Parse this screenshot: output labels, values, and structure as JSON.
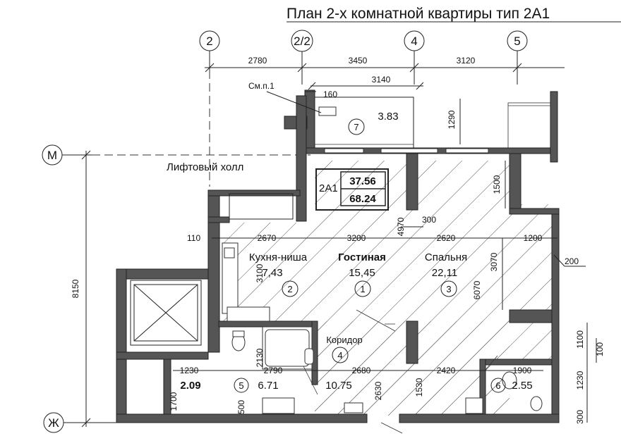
{
  "title": "План 2-х комнатной квартиры тип 2А1",
  "axes": {
    "col_2": "2",
    "col_2_2": "2/2",
    "col_4": "4",
    "col_5": "5",
    "row_m": "М",
    "row_zh": "Ж"
  },
  "dimensions": {
    "d2780": "2780",
    "d3450": "3450",
    "d3120": "3120",
    "d3140": "3140",
    "d160": "160",
    "d1290": "1290",
    "d1500": "1500",
    "d300": "300",
    "d4970": "4970",
    "d110": "110",
    "d2670": "2670",
    "d3200": "3200",
    "d2620": "2620",
    "d1200": "1200",
    "d200": "200",
    "d3100": "3100",
    "d3070": "3070",
    "d6070": "6070",
    "d8150": "8150",
    "d1100": "1100",
    "d100": "100",
    "d2130": "2130",
    "d1230a": "1230",
    "d2790": "2790",
    "d2680": "2680",
    "d2420": "2420",
    "d1900": "1900",
    "d1230b": "1230",
    "d1700": "1700",
    "d500": "500",
    "d2630": "2630",
    "d1530": "1530",
    "d300b": "300"
  },
  "labels": {
    "ref_note": "См.п.1",
    "lift_hall": "Лифтовый холл",
    "apt_type": "2А1",
    "living_area": "37.56",
    "total_area": "68.24"
  },
  "rooms": [
    {
      "name": "Кухня-ниша",
      "area": "7,43",
      "num": "2"
    },
    {
      "name": "Гостиная",
      "area": "15,45",
      "num": "1"
    },
    {
      "name": "Спальня",
      "area": "22,11",
      "num": "3"
    },
    {
      "name": "Коридор",
      "area": "10.75",
      "num": "4"
    },
    {
      "name": "",
      "area": "6.71",
      "num": "5"
    },
    {
      "name": "",
      "area": "2.55",
      "num": "6"
    },
    {
      "name": "",
      "area": "3.83",
      "num": "7"
    },
    {
      "name": "",
      "area": "2.09",
      "num": ""
    }
  ],
  "colors": {
    "wall": "#555555",
    "line": "#222222"
  }
}
